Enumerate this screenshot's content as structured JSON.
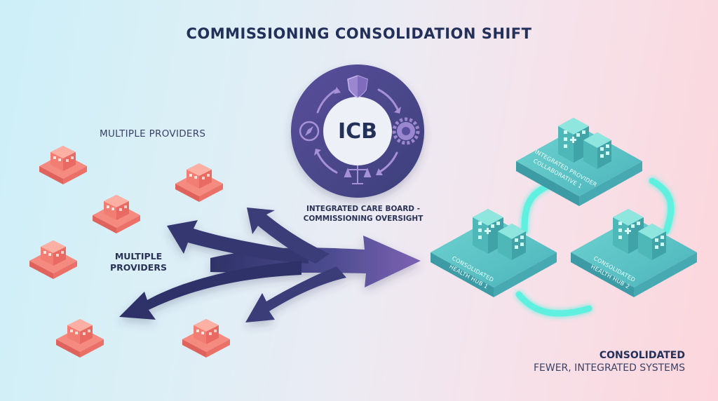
{
  "title": "COMMISSIONING CONSOLIDATION SHIFT",
  "left_section": {
    "heading": "MULTIPLE PROVIDERS",
    "center_label": "MULTIPLE PROVIDERS",
    "center_label_lines": [
      "MULTIPLE",
      "PROVIDERS"
    ],
    "provider_count": 6,
    "provider_color": "#f07a72"
  },
  "icb": {
    "center_text": "ICB",
    "caption_lines": [
      "INTEGRATED CARE BOARD -",
      "COMMISSIONING OVERSIGHT"
    ],
    "ring_color": "#4a4789",
    "icons": [
      "shield-icon",
      "gear-icon",
      "scales-icon",
      "compass-icon"
    ]
  },
  "arrows": {
    "color_start": "#2f3268",
    "color_end": "#7d62b3",
    "direction": "converging to the right"
  },
  "right_section": {
    "hubs": [
      {
        "line1": "INTEGRATED PROVIDER",
        "line2": "COLLABORATIVE 1"
      },
      {
        "line1": "CONSOLIDATED",
        "line2": "HEALTH HUB 1"
      },
      {
        "line1": "CONSOLIDATED",
        "line2": "HEALTH HUB 2"
      }
    ],
    "hub_color": "#4fbcc0",
    "link_color": "#5ff0e0",
    "summary_title": "CONSOLIDATED",
    "summary_subtitle": "FEWER, INTEGRATED SYSTEMS"
  }
}
